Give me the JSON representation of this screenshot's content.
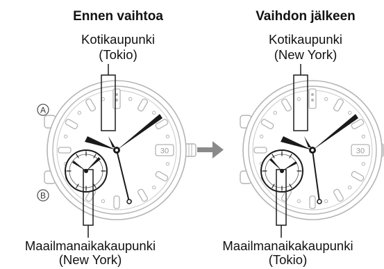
{
  "before": {
    "heading": "Ennen vaihtoa",
    "home_city_label": "Kotikaupunki",
    "home_city_value": "(Tokio)",
    "world_city_label": "Maailmanaikakaupunki",
    "world_city_value": "(New York)",
    "button_a": "A",
    "button_b": "B",
    "date_window": "30"
  },
  "after": {
    "heading": "Vaihdon jälkeen",
    "home_city_label": "Kotikaupunki",
    "home_city_value": "(New York)",
    "world_city_label": "Maailmanaikakaupunki",
    "world_city_value": "(Tokio)",
    "date_window": "30"
  },
  "arrow_icon": "right-arrow-icon",
  "colors": {
    "line": "#1a1a1a",
    "watch_outline": "#b4b4b4",
    "arrow": "#8a8a8a"
  }
}
